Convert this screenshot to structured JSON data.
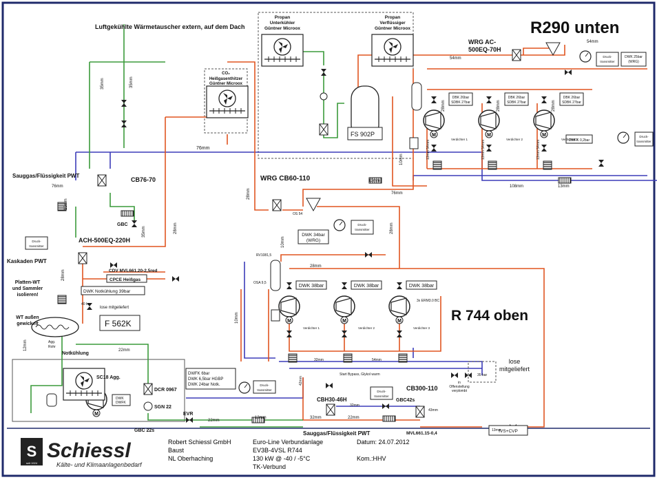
{
  "diagram": {
    "title_r290": "R290 unten",
    "title_r744": "R 744 oben",
    "top_caption": "Luftgekühlte Wärmetauscher extern, auf dem Dach",
    "coolers": {
      "propan_sub": [
        "Propan",
        "Unterkühler",
        "Güntner Microox"
      ],
      "propan_cond": [
        "Propan",
        "Verflüssiger",
        "Güntner Microox"
      ],
      "co2_gas": [
        "CO₂",
        "Heißgasenthitzer",
        "Güntner Microox"
      ]
    },
    "wrg_ac": [
      "WRG AC-",
      "500EQ-70H"
    ],
    "wrg_cb": "WRG CB60-110",
    "sauggas_top": "Sauggas/Flüssigkeit PWT",
    "cb76": "CB76-70",
    "ach": "ACH-500EQ-220H",
    "kaskaden": "Kaskaden PWT",
    "platten": [
      "Platten-WT",
      "und Sammler",
      "isolieren!"
    ],
    "wt_aussen": [
      "WT außen",
      "gewickelt"
    ],
    "notkuehlung": "Notkühlung",
    "f562k": "F 562K",
    "fs902p": "FS 902P",
    "sc18": "SC18 Agg.",
    "dwk_dwfk": [
      "DWK",
      "DWFK"
    ],
    "gbc": "GBC",
    "gbc22s": "GBC 22s",
    "dcr": "DCR 0967",
    "sgn": "SGN 22",
    "evr": "EVR",
    "cbh": "CBH30-46H",
    "cb300": "CB300-110",
    "gbc42s": "GBC42s",
    "mvl_bottom": "MVL661.15-0,4",
    "ivs": "IVS+CVP",
    "sauggas_bottom": "Sauggas/Flüssigkeit PWT",
    "lose_mit": [
      "lose",
      "mitgeliefert"
    ],
    "lose_small": "lose mitgeliefert",
    "in_offen": [
      "in",
      "Offenstellung",
      "verplombt"
    ],
    "start_bypass": "Start Bypass, Glykol warm",
    "cdv": "CDV MVL661.20-2,5red",
    "cpce": "CPCE Heißgas",
    "dwk_not": "DWK Notkühlung 39bar",
    "dwfk_box": [
      "DWFK 6bar",
      "DWK 6,5bar HGBP",
      "DWK 24bar Notk."
    ],
    "dwk34": [
      "DWK 34bar",
      "(WRG)"
    ],
    "dwk38": "DWK 38bar",
    "dwk26": [
      "DBK 26bar",
      "SDBK 27bar"
    ],
    "dwk25": [
      "DWK 25bar",
      "(WRG)"
    ],
    "dwfk02": "DWFK 0,2bar",
    "druck": [
      "Druck-",
      "transmitter"
    ],
    "verdichter": [
      "Verdichter 1",
      "Verdichter 2",
      "Verdichter 3"
    ],
    "erm": "3x ERM3.0 BC",
    "rv": "RV1081,5",
    "osa": "OSA 9,5",
    "os54": "OS 54",
    "bar35": "35 bar",
    "agg_rohr": [
      "Agg.",
      "Rohr"
    ],
    "bar40": "40 bar",
    "pipes": {
      "p76": "76mm",
      "p54": "54mm",
      "p35": "35mm",
      "p28": "28mm",
      "p13": "13mm",
      "p10": "10mm",
      "p22": "22mm",
      "p32": "32mm",
      "p12": "12mm",
      "p42": "42mm",
      "p108": "108mm",
      "p1354": "13mm 54mm",
      "p43": "43mm"
    },
    "footer": {
      "logo": "Schiessl",
      "logo_sub": "Kälte- und Klimaanlagenbedarf",
      "logo_year": "seit 1924",
      "company": [
        "Robert Schiessl GmbH",
        "Baust",
        "NL Oberhaching"
      ],
      "project": [
        "Euro-Line Verbundanlage",
        "EV3B-4VSL     R744",
        "130 kW @ -40 / -5°C",
        "TK-Verbund"
      ],
      "datum": "Datum: 24.07.2012",
      "kom": "Kom.:HHV"
    },
    "colors": {
      "hot": "#e0541f",
      "suction": "#3b3bb8",
      "liquid": "#3a9a3a",
      "frame": "#1f2a6b",
      "line": "#222222"
    }
  }
}
